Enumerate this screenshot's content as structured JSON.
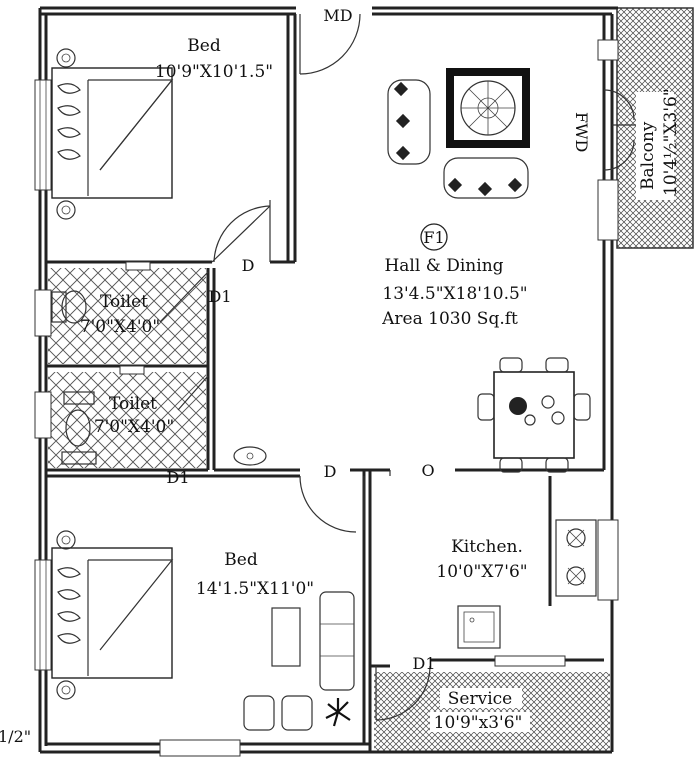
{
  "plan": {
    "tag": "F1",
    "rooms": [
      {
        "id": "bed1",
        "name": "Bed",
        "size": "10'9\"X10'1.5\""
      },
      {
        "id": "toilet1",
        "name": "Toilet",
        "size": "7'0\"X4'0\""
      },
      {
        "id": "toilet2",
        "name": "Toilet",
        "size": "7'0\"X4'0\""
      },
      {
        "id": "bed2",
        "name": "Bed",
        "size": "14'1.5\"X11'0\""
      },
      {
        "id": "hall",
        "name": "Hall & Dining",
        "size": "13'4.5\"X18'10.5\"",
        "area": "Area 1030 Sq.ft"
      },
      {
        "id": "kitchen",
        "name": "Kitchen.",
        "size": "10'0\"X7'6\""
      },
      {
        "id": "service",
        "name": "Service",
        "size": "10'9\"x3'6\""
      },
      {
        "id": "balcony",
        "name": "Balcony",
        "size": "10'4½\"X3'6\""
      }
    ],
    "door_labels": {
      "main": "MD",
      "bed1": "D",
      "toilet1": "D1",
      "toilet2": "D1",
      "bed2": "D",
      "kitchen": "O",
      "service": "D1",
      "balcony": "FWD"
    },
    "edge_fragment": "1/2\""
  }
}
